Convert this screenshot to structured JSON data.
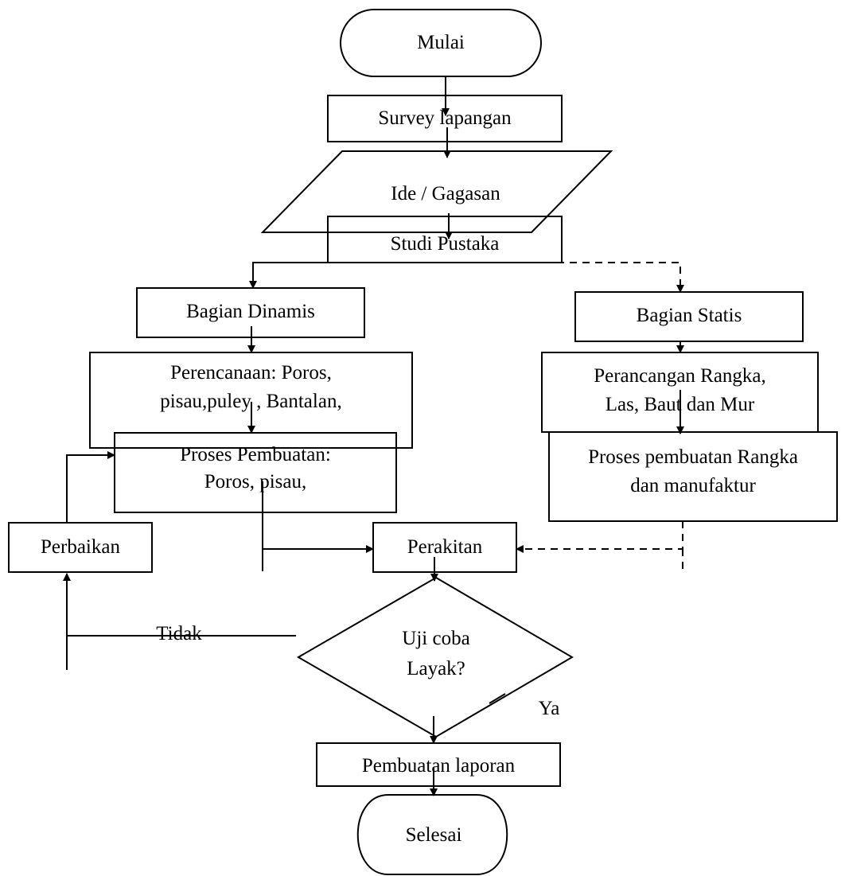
{
  "flowchart": {
    "start": "Mulai",
    "survey": "Survey lapangan",
    "idea": "Ide / Gagasan",
    "study": "Studi Pustaka",
    "dynamic": "Bagian Dinamis",
    "static": "Bagian Statis",
    "planning_line1": "Perencanaan: Poros,",
    "planning_line2": "pisau,puley , Bantalan,",
    "design_line1": "Perancangan Rangka,",
    "design_line2": "Las, Baut dan Mur",
    "making_line1": "Proses Pembuatan:",
    "making_line2": "Poros, pisau,",
    "frame_line1": "Proses pembuatan Rangka",
    "frame_line2": "dan manufaktur",
    "repair": "Perbaikan",
    "assembly": "Perakitan",
    "no_label": "Tidak",
    "decision_line1": "Uji coba",
    "decision_line2": "Layak?",
    "yes_label": "Ya",
    "report": "Pembuatan laporan",
    "end": "Selesai"
  }
}
